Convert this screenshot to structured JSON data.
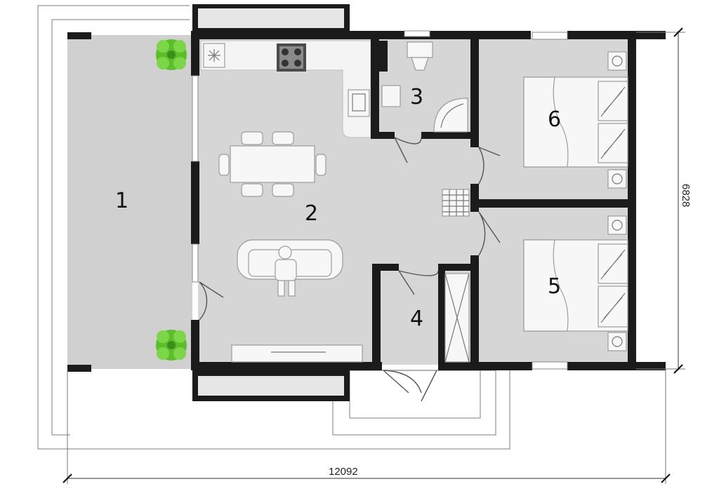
{
  "rooms": [
    {
      "id": "room-1",
      "number": "1"
    },
    {
      "id": "room-2",
      "number": "2"
    },
    {
      "id": "room-3",
      "number": "3"
    },
    {
      "id": "room-4",
      "number": "4"
    },
    {
      "id": "room-5",
      "number": "5"
    },
    {
      "id": "room-6",
      "number": "6"
    }
  ],
  "dimensions": {
    "width": "12092",
    "depth": "6828"
  },
  "colors": {
    "wall": "#1b1b1b",
    "floor": "#d6d6d6",
    "terrace": "#d0d0d0",
    "plant": "#5bbf2a"
  }
}
